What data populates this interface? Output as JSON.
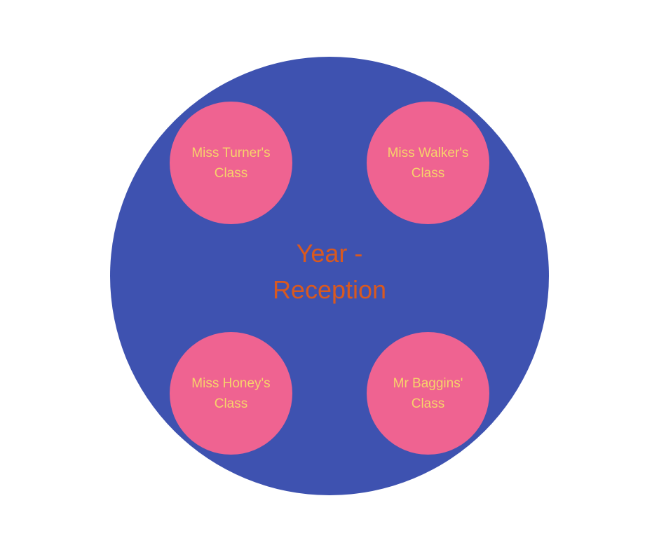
{
  "colors": {
    "outer_circle": "#3e52b0",
    "inner_circle": "#ef6391",
    "center_text": "#d9591f",
    "class_text": "#f7d36b"
  },
  "center": {
    "label": "Year -\nReception"
  },
  "classes": [
    {
      "label": "Miss Turner's\nClass"
    },
    {
      "label": "Miss Walker's\nClass"
    },
    {
      "label": "Miss Honey's\nClass"
    },
    {
      "label": "Mr Baggins'\nClass"
    }
  ]
}
